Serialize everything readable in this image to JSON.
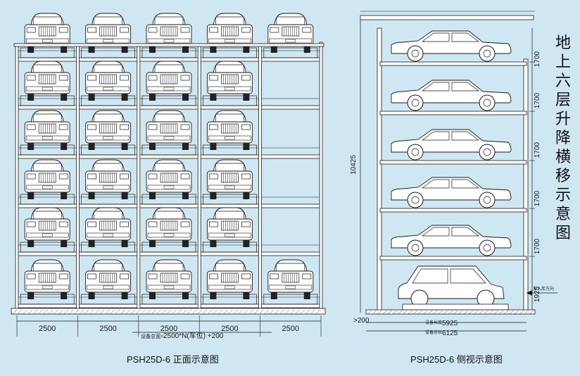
{
  "front": {
    "caption": "PSH25D-6 正面示意图",
    "bay_width_label": "2500",
    "bays": 5,
    "levels": 6,
    "cars_per_level": [
      5,
      4,
      4,
      4,
      4,
      5
    ],
    "total_formula": "2500*N(车位) +200",
    "total_prefix": "设备总宽="
  },
  "side": {
    "caption": "PSH25D-6 侧视示意图",
    "title_chars": [
      "地",
      "上",
      "六",
      "层",
      "升",
      "降",
      "横",
      "移",
      "示",
      "意",
      "图"
    ],
    "level_height_label": "1700",
    "level_heights": [
      "1700",
      "1700",
      "1700",
      "1700",
      "1700"
    ],
    "ground_height_label": "1925",
    "total_height_label": "10425",
    "offset_label": "200",
    "length_inner": "5925",
    "length_outer": "6125",
    "length_inner_prefix": "设备长度",
    "length_outer_prefix": "设备总长",
    "entry_label": "车入库方向"
  },
  "colors": {
    "background": "#cfe6f3",
    "line": "#1a1a1a"
  }
}
